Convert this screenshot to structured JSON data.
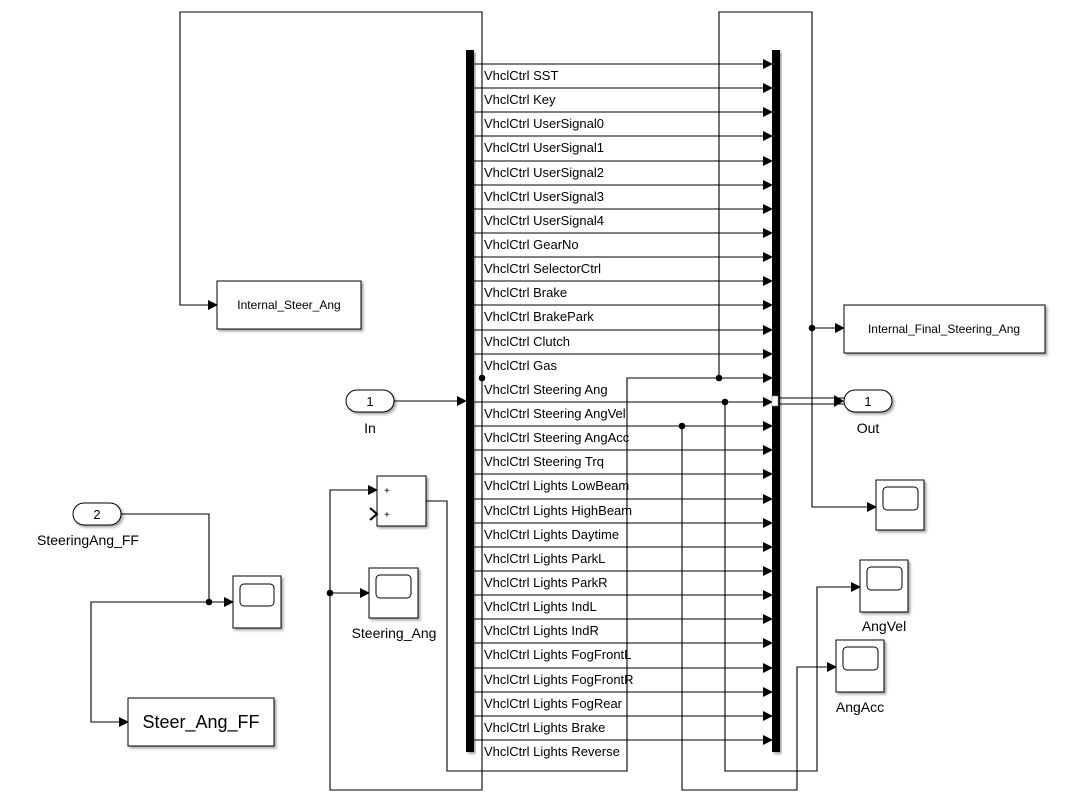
{
  "diagram": {
    "type": "simulink-block-diagram",
    "mux_signals": [
      "VhclCtrl SST",
      "VhclCtrl Key",
      "VhclCtrl UserSignal0",
      "VhclCtrl UserSignal1",
      "VhclCtrl UserSignal2",
      "VhclCtrl UserSignal3",
      "VhclCtrl UserSignal4",
      "VhclCtrl GearNo",
      "VhclCtrl SelectorCtrl",
      "VhclCtrl Brake",
      "VhclCtrl BrakePark",
      "VhclCtrl Clutch",
      "VhclCtrl Gas",
      "VhclCtrl Steering Ang",
      "VhclCtrl Steering AngVel",
      "VhclCtrl Steering AngAcc",
      "VhclCtrl Steering Trq",
      "VhclCtrl Lights LowBeam",
      "VhclCtrl Lights HighBeam",
      "VhclCtrl Lights Daytime",
      "VhclCtrl Lights ParkL",
      "VhclCtrl Lights ParkR",
      "VhclCtrl Lights IndL",
      "VhclCtrl Lights IndR",
      "VhclCtrl Lights FogFrontL",
      "VhclCtrl Lights FogFrontR",
      "VhclCtrl Lights FogRear",
      "VhclCtrl Lights Brake",
      "VhclCtrl Lights Reverse"
    ],
    "inport_in": {
      "number": "1",
      "name": "In"
    },
    "inport_ff": {
      "number": "2",
      "name": "SteeringAng_FF"
    },
    "outport": {
      "number": "1",
      "name": "Out"
    },
    "goto_internal_steer": "Internal_Steer_Ang",
    "goto_internal_final": "Internal_Final_Steering_Ang",
    "goto_steer_ff": "Steer_Ang_FF",
    "sum_signs": [
      "+",
      "+"
    ],
    "scopes": {
      "steering_ang": "Steering_Ang",
      "ang_vel": "AngVel",
      "ang_acc": "AngAcc"
    }
  }
}
